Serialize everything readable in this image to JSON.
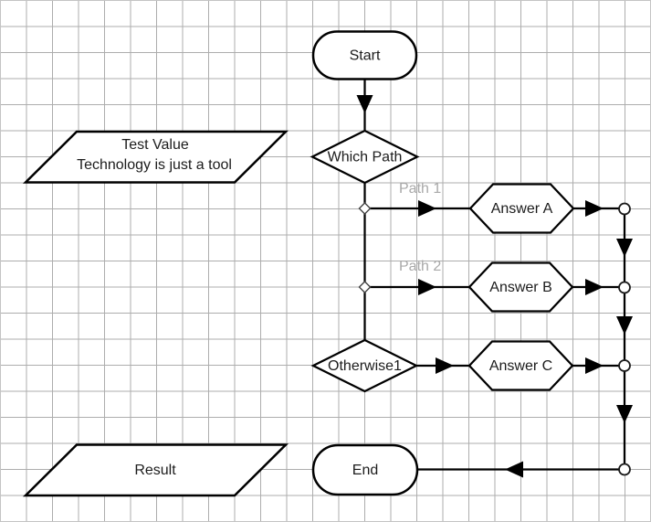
{
  "canvas": {
    "kind": "flowchart on gridded drawing canvas",
    "colors": {
      "background": "#ffffff",
      "grid_line": "#adadad",
      "shape_fill": "#ffffff",
      "shape_stroke": "#000000",
      "connector": "#000000",
      "node_label_text": "#1c1c1c",
      "edge_label_text": "#a9a9a9"
    }
  },
  "nodes": {
    "start": {
      "shape": "terminator",
      "label": "Start"
    },
    "test_value": {
      "shape": "data-parallelogram",
      "line1": "Test Value",
      "line2": "Technology is just a tool"
    },
    "which_path": {
      "shape": "decision",
      "label": "Which Path"
    },
    "answer_a": {
      "shape": "hexagon",
      "label": "Answer A"
    },
    "answer_b": {
      "shape": "hexagon",
      "label": "Answer B"
    },
    "otherwise": {
      "shape": "decision",
      "label": "Otherwise1"
    },
    "answer_c": {
      "shape": "hexagon",
      "label": "Answer C"
    },
    "result": {
      "shape": "data-parallelogram",
      "label": "Result"
    },
    "end": {
      "shape": "terminator",
      "label": "End"
    }
  },
  "edge_labels": {
    "path1": "Path 1",
    "path2": "Path 2"
  }
}
